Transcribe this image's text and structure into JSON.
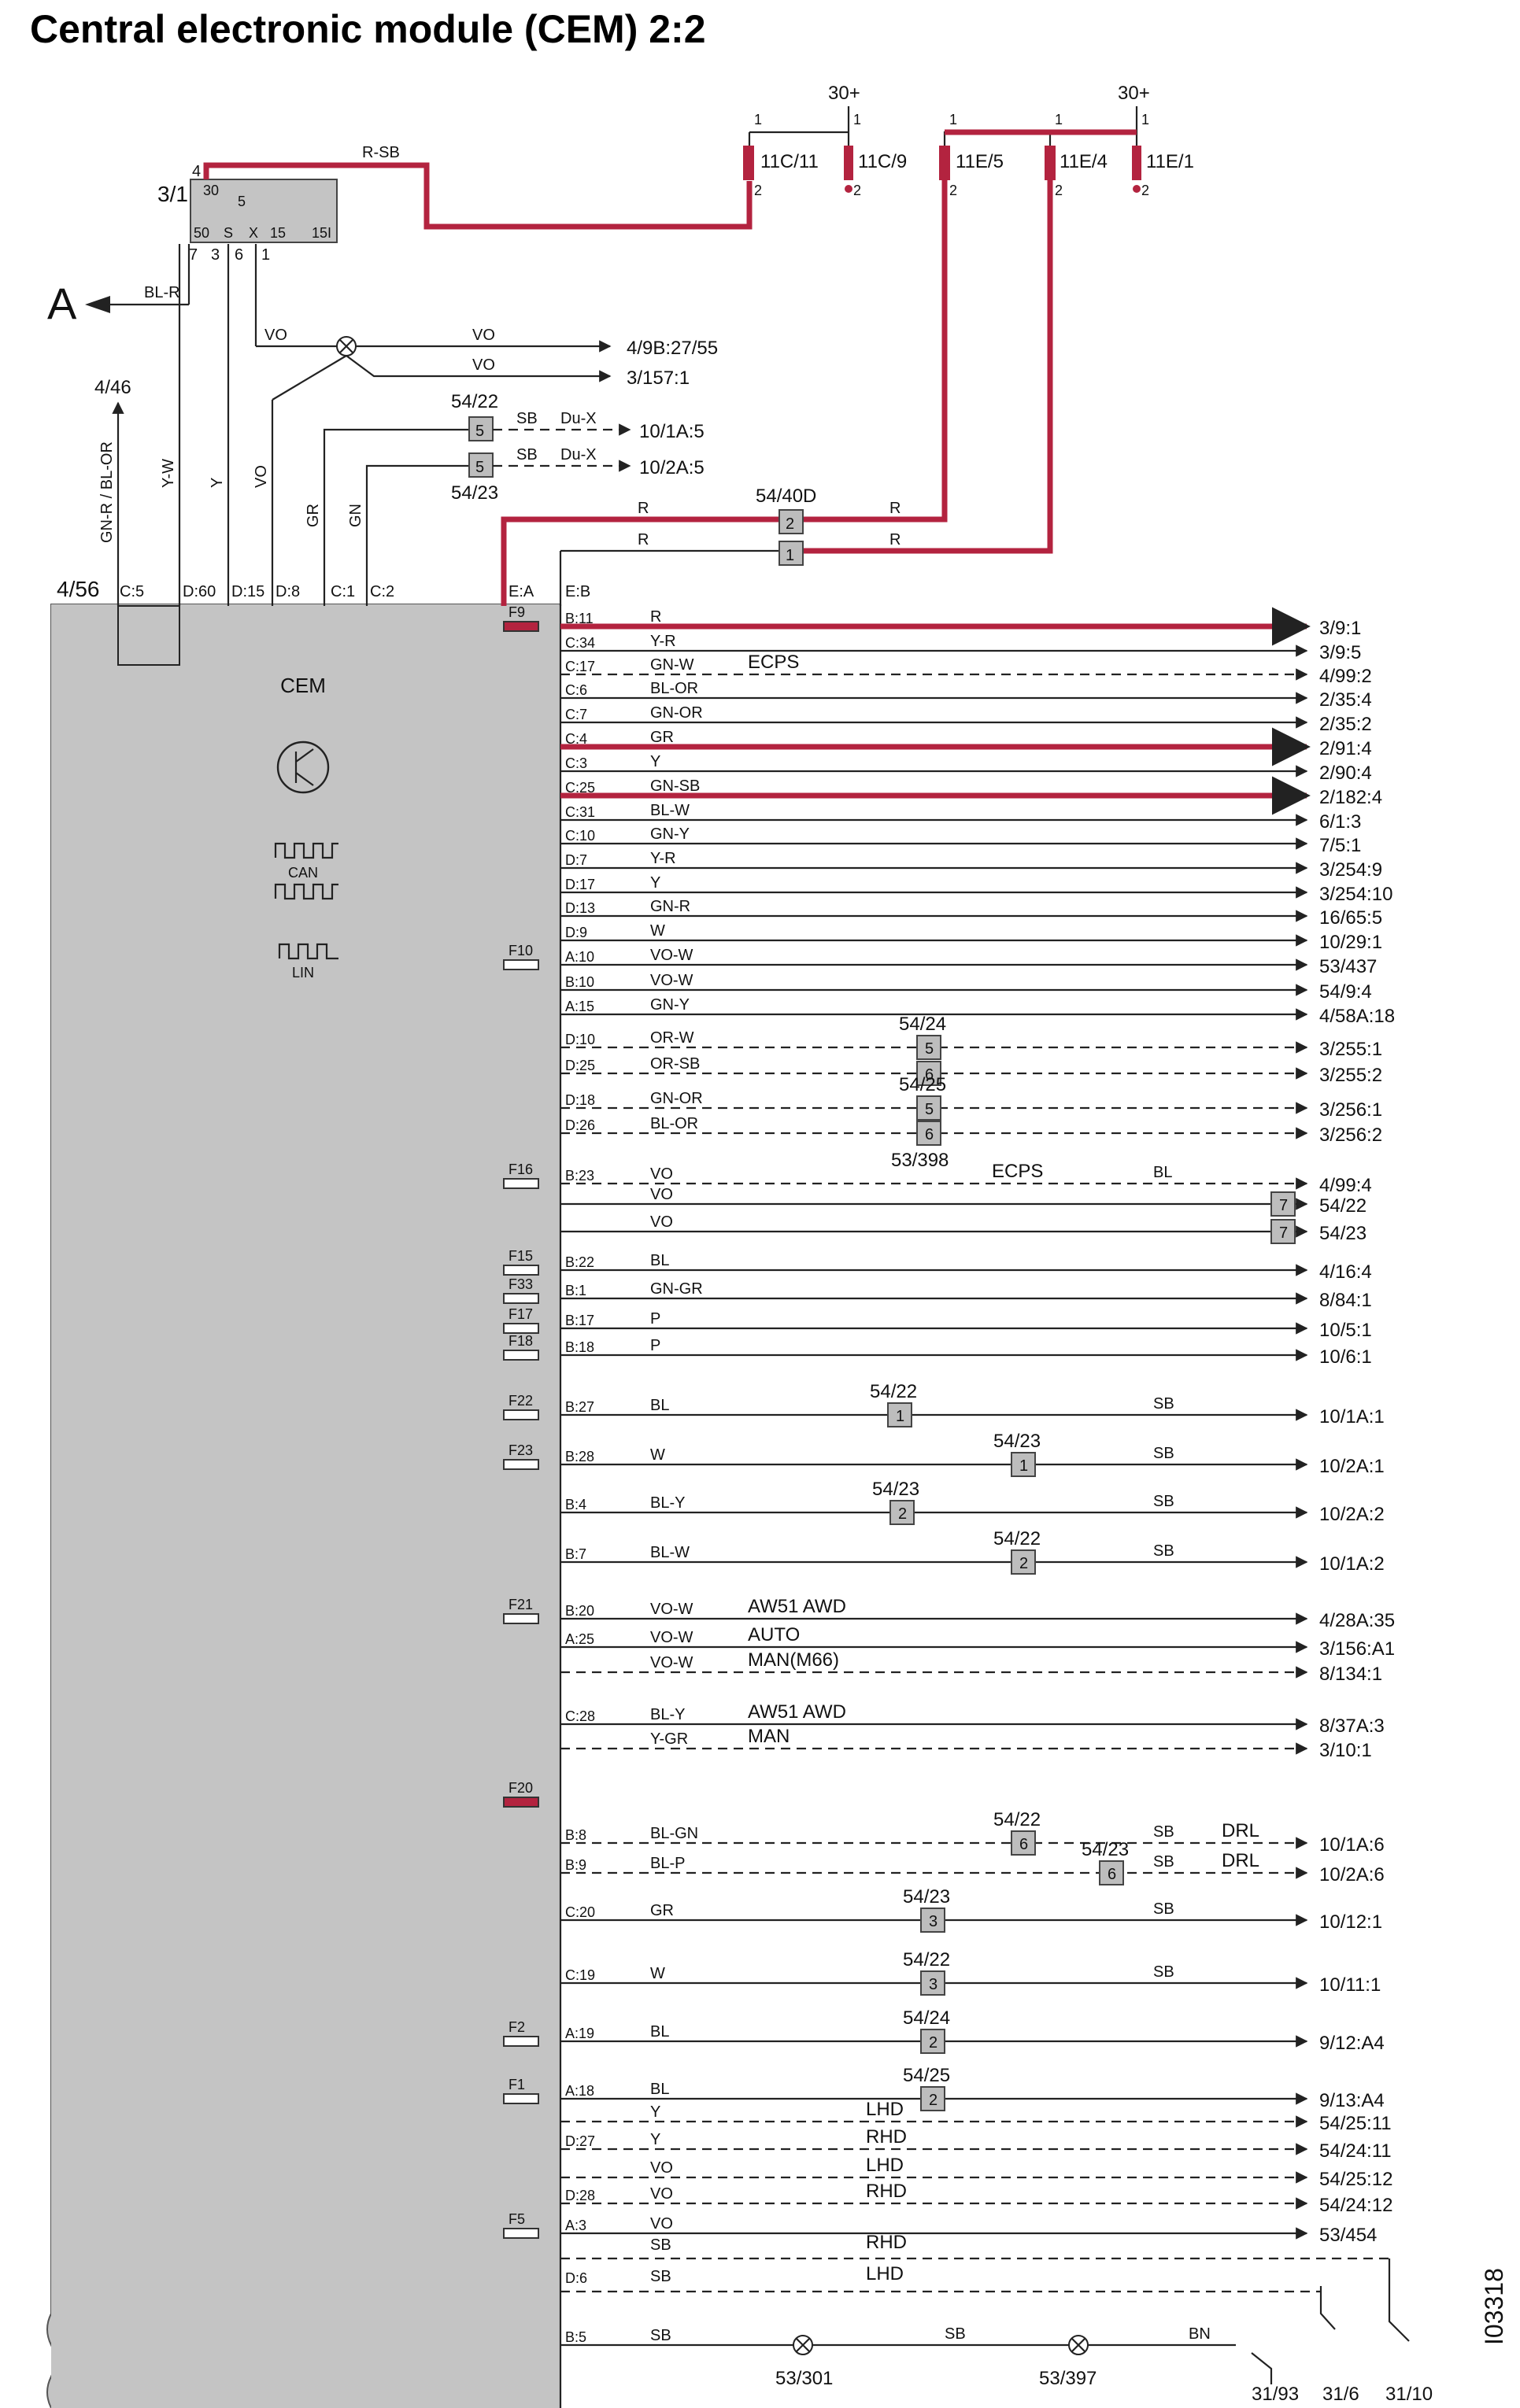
{
  "title": "Central electronic module (CEM) 2:2",
  "doc_code": "I03318",
  "module": {
    "name": "CEM",
    "connector": "4/56",
    "can_label": "CAN",
    "lin_label": "LIN"
  },
  "top": {
    "relay": "3/1",
    "relay_pins": [
      "4",
      "30",
      "50",
      "S",
      "X",
      "15",
      "15I",
      "7",
      "3",
      "6",
      "5",
      "1"
    ],
    "supply_label": "30+",
    "fuses": [
      "11C/11",
      "11C/9",
      "11E/5",
      "11E/4",
      "11E/1"
    ],
    "pin1": "1",
    "pin2": "2",
    "rsb": "R-SB",
    "blr": "BL-R",
    "a": "A",
    "vo": "VO",
    "vo_dest1": "4/9B:27/55",
    "vo_dest2": "3/157:1",
    "c446": "4/46",
    "gnr": "GN-R / BL-OR",
    "yw": "Y-W",
    "y": "Y",
    "gr": "GR",
    "gn": "GN",
    "sb": "SB",
    "dux": "Du-X",
    "d1": "10/1A:5",
    "d2": "10/2A:5",
    "c5422": "54/22",
    "c5423": "54/23",
    "c5440": "54/40D",
    "r": "R",
    "n5": "5",
    "n1": "1",
    "n2": "2",
    "header_pins": [
      "C:5",
      "D:60",
      "D:15",
      "D:8",
      "C:1",
      "C:2",
      "E:A",
      "E:B"
    ]
  },
  "rows": [
    {
      "fuse": "F9",
      "pin": "B:11",
      "wire": "R",
      "dest": "3/9:1"
    },
    {
      "fuse": "",
      "pin": "C:34",
      "wire": "Y-R",
      "dest": "3/9:5"
    },
    {
      "fuse": "",
      "pin": "C:17",
      "wire": "GN-W",
      "note": "ECPS",
      "dest": "4/99:2"
    },
    {
      "fuse": "",
      "pin": "C:6",
      "wire": "BL-OR",
      "dest": "2/35:4"
    },
    {
      "fuse": "",
      "pin": "C:7",
      "wire": "GN-OR",
      "dest": "2/35:2"
    },
    {
      "fuse": "",
      "pin": "C:4",
      "wire": "GR",
      "dest": "2/91:4"
    },
    {
      "fuse": "",
      "pin": "C:3",
      "wire": "Y",
      "dest": "2/90:4"
    },
    {
      "fuse": "",
      "pin": "C:25",
      "wire": "GN-SB",
      "dest": "2/182:4"
    },
    {
      "fuse": "",
      "pin": "C:31",
      "wire": "BL-W",
      "dest": "6/1:3"
    },
    {
      "fuse": "",
      "pin": "C:10",
      "wire": "GN-Y",
      "dest": "7/5:1"
    },
    {
      "fuse": "",
      "pin": "D:7",
      "wire": "Y-R",
      "dest": "3/254:9"
    },
    {
      "fuse": "",
      "pin": "D:17",
      "wire": "Y",
      "dest": "3/254:10"
    },
    {
      "fuse": "",
      "pin": "D:13",
      "wire": "GN-R",
      "dest": "16/65:5"
    },
    {
      "fuse": "",
      "pin": "D:9",
      "wire": "W",
      "dest": "10/29:1"
    },
    {
      "fuse": "F10",
      "pin": "A:10",
      "wire": "VO-W",
      "dest": "53/437"
    },
    {
      "fuse": "",
      "pin": "B:10",
      "wire": "VO-W",
      "dest": "54/9:4"
    },
    {
      "fuse": "",
      "pin": "A:15",
      "wire": "GN-Y",
      "dest": "4/58A:18"
    },
    {
      "fuse": "",
      "pin": "D:10",
      "wire": "OR-W",
      "conn": "54/24",
      "cpin": "5",
      "dest": "3/255:1"
    },
    {
      "fuse": "",
      "pin": "D:25",
      "wire": "OR-SB",
      "cpin": "6",
      "dest": "3/255:2"
    },
    {
      "fuse": "",
      "pin": "D:18",
      "wire": "GN-OR",
      "conn": "54/25",
      "cpin": "5",
      "dest": "3/256:1"
    },
    {
      "fuse": "",
      "pin": "D:26",
      "wire": "BL-OR",
      "cpin": "6",
      "dest": "3/256:2"
    },
    {
      "fuse": "F16",
      "pin": "B:23",
      "wire": "VO",
      "conn": "53/398",
      "note": "ECPS",
      "wire2": "BL",
      "dest": "4/99:4"
    },
    {
      "fuse": "",
      "pin": "",
      "wire": "VO",
      "cpin": "7",
      "dest": "54/22"
    },
    {
      "fuse": "",
      "pin": "",
      "wire": "VO",
      "cpin": "7",
      "dest": "54/23"
    },
    {
      "fuse": "F15",
      "pin": "B:22",
      "wire": "BL",
      "dest": "4/16:4"
    },
    {
      "fuse": "F33",
      "pin": "B:1",
      "wire": "GN-GR",
      "dest": "8/84:1"
    },
    {
      "fuse": "F17",
      "pin": "B:17",
      "wire": "P",
      "dest": "10/5:1"
    },
    {
      "fuse": "F18",
      "pin": "B:18",
      "wire": "P",
      "dest": "10/6:1"
    },
    {
      "fuse": "F22",
      "pin": "B:27",
      "wire": "BL",
      "conn": "54/22",
      "cpin": "1",
      "wire2": "SB",
      "dest": "10/1A:1"
    },
    {
      "fuse": "F23",
      "pin": "B:28",
      "wire": "W",
      "conn": "54/23",
      "cpin": "1",
      "wire2": "SB",
      "dest": "10/2A:1"
    },
    {
      "fuse": "",
      "pin": "B:4",
      "wire": "BL-Y",
      "conn": "54/23",
      "cpin": "2",
      "wire2": "SB",
      "dest": "10/2A:2"
    },
    {
      "fuse": "",
      "pin": "B:7",
      "wire": "BL-W",
      "conn": "54/22",
      "cpin": "2",
      "wire2": "SB",
      "dest": "10/1A:2"
    },
    {
      "fuse": "F21",
      "pin": "B:20",
      "wire": "VO-W",
      "note": "AW51 AWD",
      "dest": "4/28A:35"
    },
    {
      "fuse": "",
      "pin": "A:25",
      "wire": "VO-W",
      "note": "AUTO",
      "dest": "3/156:A1"
    },
    {
      "fuse": "",
      "pin": "",
      "wire": "VO-W",
      "note": "MAN(M66)",
      "dest": "8/134:1"
    },
    {
      "fuse": "",
      "pin": "C:28",
      "wire": "BL-Y",
      "note": "AW51 AWD",
      "dest": "8/37A:3"
    },
    {
      "fuse": "",
      "pin": "",
      "wire": "Y-GR",
      "note": "MAN",
      "dest": "3/10:1"
    },
    {
      "fuse": "F20",
      "pin": "",
      "wire": "",
      "dest": ""
    },
    {
      "fuse": "",
      "pin": "B:8",
      "wire": "BL-GN",
      "conn": "54/22",
      "cpin": "6",
      "wire2": "SB",
      "note": "DRL",
      "dest": "10/1A:6"
    },
    {
      "fuse": "",
      "pin": "B:9",
      "wire": "BL-P",
      "conn": "54/23",
      "cpin": "6",
      "wire2": "SB",
      "note": "DRL",
      "dest": "10/2A:6"
    },
    {
      "fuse": "",
      "pin": "C:20",
      "wire": "GR",
      "conn": "54/23",
      "cpin": "3",
      "wire2": "SB",
      "dest": "10/12:1"
    },
    {
      "fuse": "",
      "pin": "C:19",
      "wire": "W",
      "conn": "54/22",
      "cpin": "3",
      "wire2": "SB",
      "dest": "10/11:1"
    },
    {
      "fuse": "F2",
      "pin": "A:19",
      "wire": "BL",
      "conn": "54/24",
      "cpin": "2",
      "dest": "9/12:A4"
    },
    {
      "fuse": "F1",
      "pin": "A:18",
      "wire": "BL",
      "conn": "54/25",
      "cpin": "2",
      "dest": "9/13:A4"
    },
    {
      "fuse": "",
      "pin": "",
      "wire": "Y",
      "note": "LHD",
      "dest": "54/25:11"
    },
    {
      "fuse": "",
      "pin": "D:27",
      "wire": "Y",
      "note": "RHD",
      "dest": "54/24:11"
    },
    {
      "fuse": "",
      "pin": "",
      "wire": "VO",
      "note": "LHD",
      "dest": "54/25:12"
    },
    {
      "fuse": "",
      "pin": "D:28",
      "wire": "VO",
      "note": "RHD",
      "dest": "54/24:12"
    },
    {
      "fuse": "F5",
      "pin": "A:3",
      "wire": "VO",
      "dest": "53/454"
    },
    {
      "fuse": "",
      "pin": "",
      "wire": "SB",
      "note": "RHD",
      "dest": ""
    },
    {
      "fuse": "",
      "pin": "D:6",
      "wire": "SB",
      "note": "LHD",
      "dest": ""
    },
    {
      "fuse": "",
      "pin": "B:5",
      "wire": "SB",
      "dest": ""
    }
  ],
  "bottom": {
    "c1": "53/301",
    "c2": "53/397",
    "sb": "SB",
    "bn": "BN",
    "g1": "31/93",
    "g2": "31/6",
    "g3": "31/10"
  }
}
